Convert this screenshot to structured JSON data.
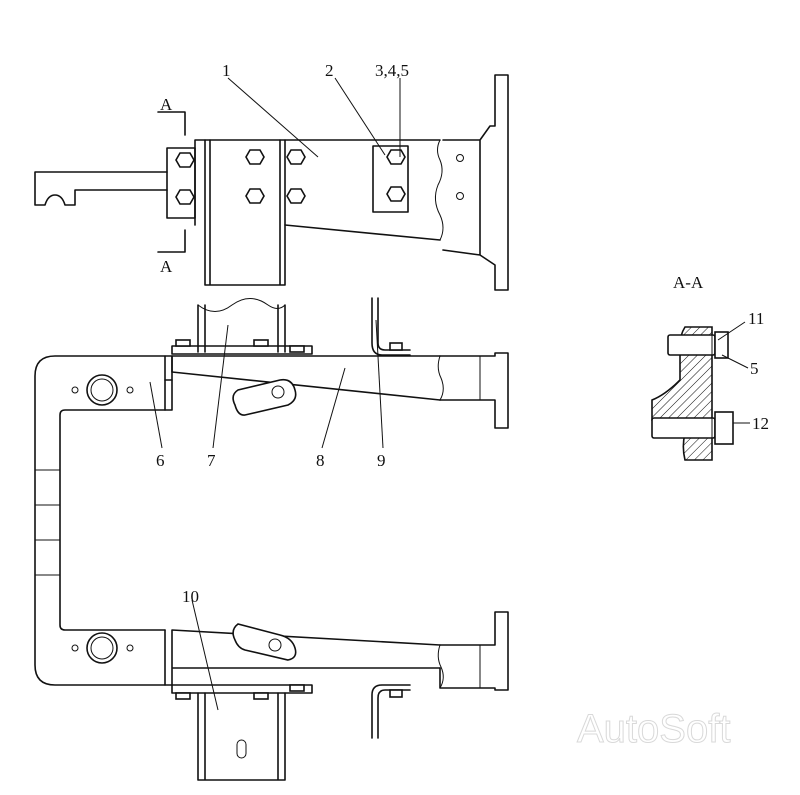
{
  "section_marker": "A",
  "section_title": "A-A",
  "callouts": {
    "c1": "1",
    "c2": "2",
    "c345": "3,4,5",
    "c6": "6",
    "c7": "7",
    "c8": "8",
    "c9": "9",
    "c10": "10",
    "c11": "11",
    "c5": "5",
    "c12": "12"
  },
  "watermark": "AutoSoft"
}
